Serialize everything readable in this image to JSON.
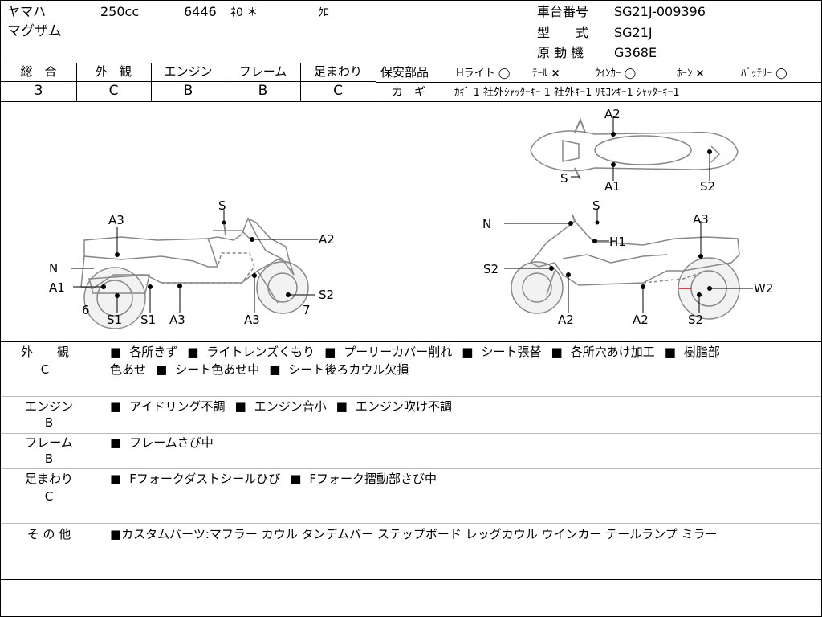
{
  "header": {
    "maker": "ヤマハ",
    "cc": "250cc",
    "reg_number": "6446",
    "reg_kana": "ﾈ0 ＊",
    "color": "ｸﾛ",
    "model_name": "マグザム",
    "frame_label": "車台番号",
    "frame_value": "SG21J-009396",
    "type_label": "型　　式",
    "type_value": "SG21J",
    "engine_label": "原 動 機",
    "engine_value": "G368E"
  },
  "grades": [
    {
      "label": "総　合",
      "value": "3"
    },
    {
      "label": "外　観",
      "value": "C"
    },
    {
      "label": "エンジン",
      "value": "B"
    },
    {
      "label": "フレーム",
      "value": "B"
    },
    {
      "label": "足まわり",
      "value": "C"
    }
  ],
  "safety": {
    "label": "保安部品",
    "items": [
      {
        "name": "Hライト",
        "mark": "◯"
      },
      {
        "name": "ﾃｰﾙ",
        "mark": "×"
      },
      {
        "name": "ｳｲﾝｶｰ",
        "mark": "◯"
      },
      {
        "name": "ﾎｰﾝ",
        "mark": "×"
      },
      {
        "name": "ﾊﾞｯﾃﾘｰ",
        "mark": "◯"
      }
    ]
  },
  "keys": {
    "label": "カ　ギ",
    "value": "ｶｷﾞ 1 社外ｼｬｯﾀｰｷｰ 1 社外ｷｰ1 ﾘﾓｺﾝｷｰ1 ｼｬｯﾀｰｷｰ1"
  },
  "diagram_labels": {
    "left": [
      "S",
      "A3",
      "A2",
      "N",
      "A1",
      "S2",
      "6",
      "S1",
      "S1",
      "A3",
      "A3",
      "7"
    ],
    "right_top": [
      "A2",
      "S",
      "A1",
      "S2"
    ],
    "right": [
      "S",
      "N",
      "A3",
      "H1",
      "S2",
      "W2",
      "A2",
      "A2",
      "S2"
    ]
  },
  "sections": [
    {
      "label": "外　　観",
      "grade": "C",
      "lines": [
        [
          "各所きず",
          "ライトレンズくもり",
          "プーリーカバー削れ",
          "シート張替",
          "各所穴あけ加工"
        ],
        [
          "シート色あせ中",
          "シート後ろカウル欠損"
        ]
      ],
      "tail": "樹脂部",
      "head": "色あせ"
    },
    {
      "label": "エンジン",
      "grade": "B",
      "lines": [
        [
          "アイドリング不調",
          "エンジン音小",
          "エンジン吹け不調"
        ]
      ]
    },
    {
      "label": "フレーム",
      "grade": "B",
      "lines": [
        [
          "フレームさび中"
        ]
      ]
    },
    {
      "label": "足まわり",
      "grade": "C",
      "lines": [
        [
          "Fフォークダストシールひび",
          "Fフォーク摺動部さび中"
        ]
      ]
    },
    {
      "label": "そ の 他",
      "grade": "",
      "text": "■カスタムパーツ:マフラー カウル タンデムバー ステップボード レッグカウル ウインカー テールランプ ミラー"
    }
  ]
}
